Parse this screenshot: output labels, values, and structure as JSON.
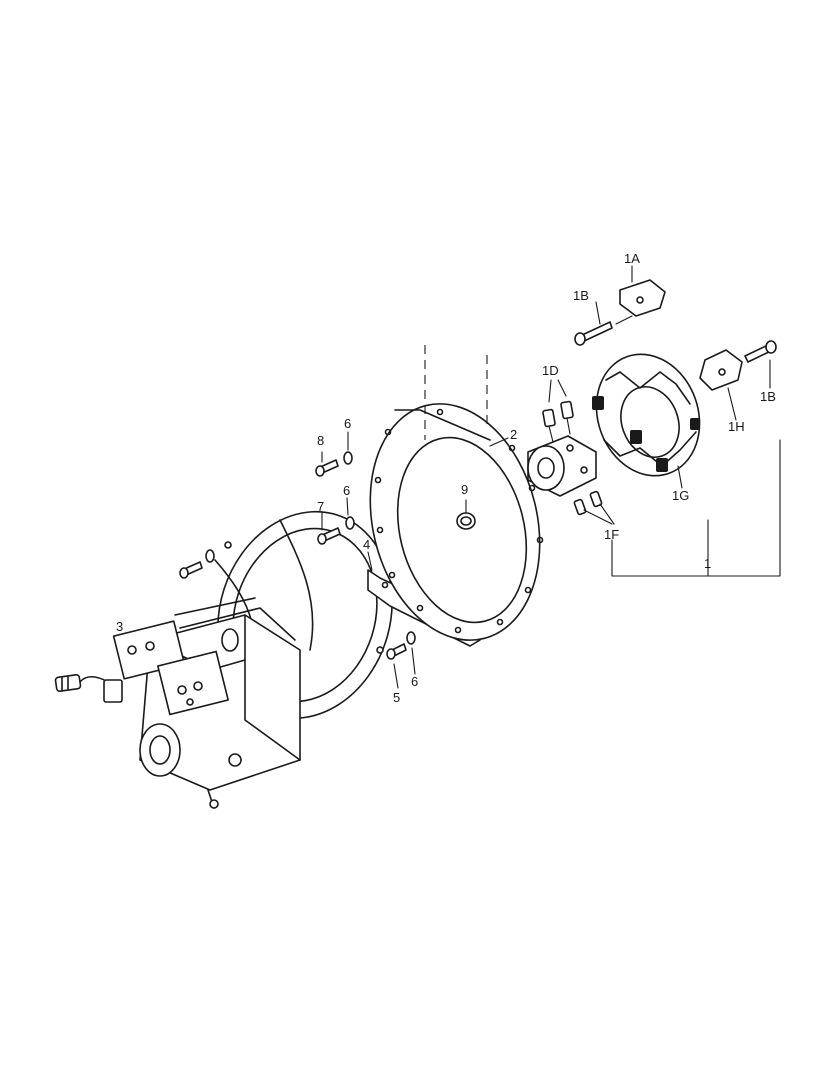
{
  "callouts": {
    "c1A": "1A",
    "c1B_top": "1B",
    "c1B_right": "1B",
    "c1D": "1D",
    "c1H": "1H",
    "c1G": "1G",
    "c1F": "1F",
    "c1": "1",
    "c2": "2",
    "c3": "3",
    "c4": "4",
    "c5": "5",
    "c6_top": "6",
    "c6_mid": "6",
    "c6_low": "6",
    "c7": "7",
    "c8": "8",
    "c9": "9"
  }
}
